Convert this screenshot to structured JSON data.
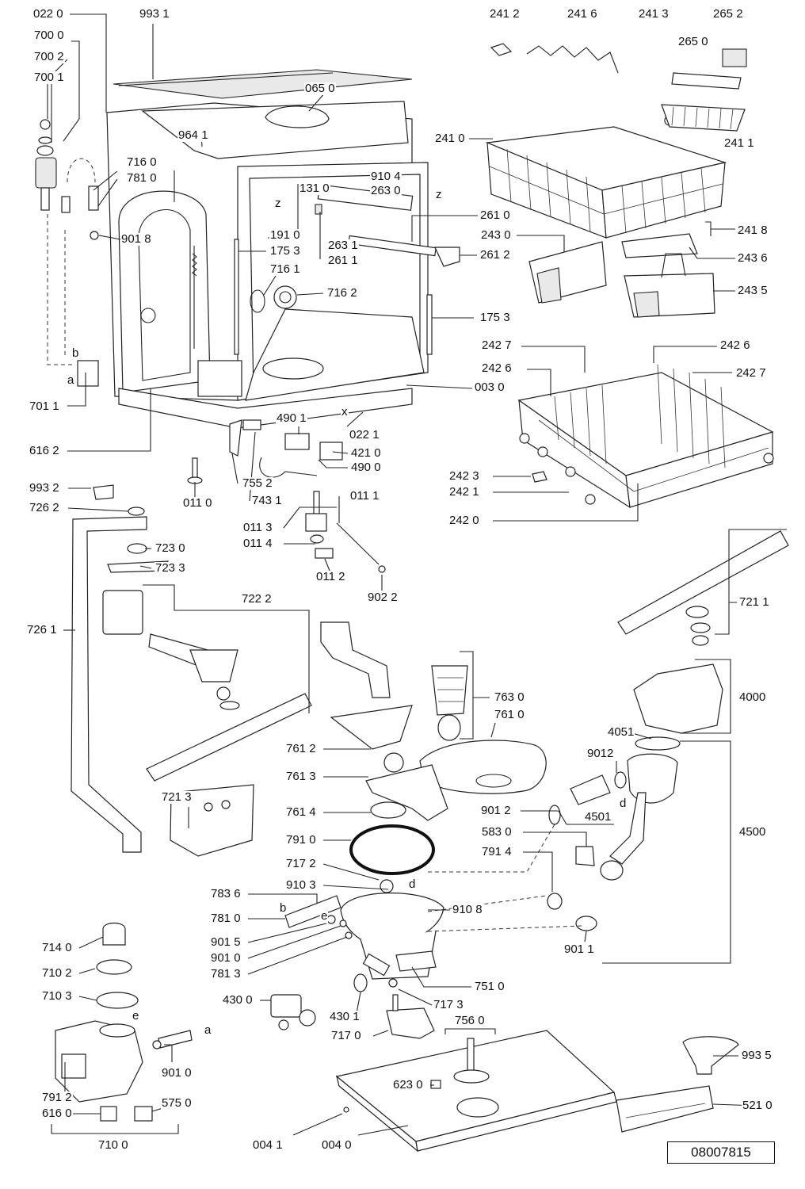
{
  "drawing_number": "08007815",
  "part_labels": [
    {
      "id": "l0220",
      "text": "022 0"
    },
    {
      "id": "l9931",
      "text": "993 1"
    },
    {
      "id": "l7000",
      "text": "700 0"
    },
    {
      "id": "l7002",
      "text": "700 2"
    },
    {
      "id": "l7001",
      "text": "700 1"
    },
    {
      "id": "l0650",
      "text": "065 0"
    },
    {
      "id": "l9641",
      "text": "964 1"
    },
    {
      "id": "l7160",
      "text": "716 0"
    },
    {
      "id": "l7810a",
      "text": "781 0"
    },
    {
      "id": "l9018",
      "text": "901 8"
    },
    {
      "id": "l1310",
      "text": "131 0"
    },
    {
      "id": "l9104",
      "text": "910 4"
    },
    {
      "id": "l2630",
      "text": "263 0"
    },
    {
      "id": "l1910",
      "text": "191 0"
    },
    {
      "id": "l1753a",
      "text": "175 3"
    },
    {
      "id": "l2631",
      "text": "263 1"
    },
    {
      "id": "l2611",
      "text": "261 1"
    },
    {
      "id": "l7161",
      "text": "716 1"
    },
    {
      "id": "l7162",
      "text": "716 2"
    },
    {
      "id": "l1753b",
      "text": "175 3"
    },
    {
      "id": "l0030",
      "text": "003 0"
    },
    {
      "id": "l7011",
      "text": "701 1"
    },
    {
      "id": "l6162",
      "text": "616 2"
    },
    {
      "id": "l0221",
      "text": "022 1"
    },
    {
      "id": "l4901",
      "text": "490 1"
    },
    {
      "id": "l4210",
      "text": "421 0"
    },
    {
      "id": "l4900",
      "text": "490 0"
    },
    {
      "id": "l7552",
      "text": "755 2"
    },
    {
      "id": "l7431",
      "text": "743 1"
    },
    {
      "id": "l0110",
      "text": "011 0"
    },
    {
      "id": "l0111",
      "text": "011 1"
    },
    {
      "id": "l0113",
      "text": "011 3"
    },
    {
      "id": "l0114",
      "text": "011 4"
    },
    {
      "id": "l0112",
      "text": "011 2"
    },
    {
      "id": "l9022",
      "text": "902 2"
    },
    {
      "id": "l2412",
      "text": "241 2"
    },
    {
      "id": "l2416",
      "text": "241 6"
    },
    {
      "id": "l2413",
      "text": "241 3"
    },
    {
      "id": "l2652",
      "text": "265 2"
    },
    {
      "id": "l2650",
      "text": "265 0"
    },
    {
      "id": "l2410",
      "text": "241 0"
    },
    {
      "id": "l2411",
      "text": "241 1"
    },
    {
      "id": "l2610",
      "text": "261 0"
    },
    {
      "id": "l2418",
      "text": "241 8"
    },
    {
      "id": "l2430",
      "text": "243 0"
    },
    {
      "id": "l2612",
      "text": "261 2"
    },
    {
      "id": "l2436",
      "text": "243 6"
    },
    {
      "id": "l2435",
      "text": "243 5"
    },
    {
      "id": "l2427a",
      "text": "242 7"
    },
    {
      "id": "l2426a",
      "text": "242 6"
    },
    {
      "id": "l2426b",
      "text": "242 6"
    },
    {
      "id": "l2427b",
      "text": "242 7"
    },
    {
      "id": "l2423",
      "text": "242 3"
    },
    {
      "id": "l2421",
      "text": "242 1"
    },
    {
      "id": "l2420",
      "text": "242 0"
    },
    {
      "id": "l9932",
      "text": "993 2"
    },
    {
      "id": "l7262",
      "text": "726 2"
    },
    {
      "id": "l7230",
      "text": "723 0"
    },
    {
      "id": "l7233",
      "text": "723 3"
    },
    {
      "id": "l7222",
      "text": "722 2"
    },
    {
      "id": "l7261",
      "text": "726 1"
    },
    {
      "id": "l7211",
      "text": "721 1"
    },
    {
      "id": "l4000",
      "text": "4000"
    },
    {
      "id": "l7630",
      "text": "763 0"
    },
    {
      "id": "l7610",
      "text": "761 0"
    },
    {
      "id": "l4051",
      "text": "4051"
    },
    {
      "id": "l9012a",
      "text": "9012"
    },
    {
      "id": "l7612",
      "text": "761 2"
    },
    {
      "id": "l7613",
      "text": "761 3"
    },
    {
      "id": "l7213",
      "text": "721 3"
    },
    {
      "id": "l7614",
      "text": "761 4"
    },
    {
      "id": "l9012b",
      "text": "901 2"
    },
    {
      "id": "l4501",
      "text": "4501"
    },
    {
      "id": "l4500",
      "text": "4500"
    },
    {
      "id": "l7910",
      "text": "791 0"
    },
    {
      "id": "l5830",
      "text": "583 0"
    },
    {
      "id": "l7914",
      "text": "791 4"
    },
    {
      "id": "l7172",
      "text": "717 2"
    },
    {
      "id": "l9103",
      "text": "910 3"
    },
    {
      "id": "l7836",
      "text": "783 6"
    },
    {
      "id": "l9108",
      "text": "910 8"
    },
    {
      "id": "l7810b",
      "text": "781 0"
    },
    {
      "id": "l9015",
      "text": "901 5"
    },
    {
      "id": "l9010a",
      "text": "901 0"
    },
    {
      "id": "l7813",
      "text": "781 3"
    },
    {
      "id": "l9011",
      "text": "901 1"
    },
    {
      "id": "l7140",
      "text": "714 0"
    },
    {
      "id": "l7102",
      "text": "710 2"
    },
    {
      "id": "l7103",
      "text": "710 3"
    },
    {
      "id": "l7510",
      "text": "751 0"
    },
    {
      "id": "l4300",
      "text": "430 0"
    },
    {
      "id": "l7173",
      "text": "717 3"
    },
    {
      "id": "l4301",
      "text": "430 1"
    },
    {
      "id": "l7560",
      "text": "756 0"
    },
    {
      "id": "l7170",
      "text": "717 0"
    },
    {
      "id": "l9010b",
      "text": "901 0"
    },
    {
      "id": "l9935",
      "text": "993 5"
    },
    {
      "id": "l7912",
      "text": "791 2"
    },
    {
      "id": "l5750",
      "text": "575 0"
    },
    {
      "id": "l6230",
      "text": "623 0"
    },
    {
      "id": "l6160",
      "text": "616 0"
    },
    {
      "id": "l5210",
      "text": "521 0"
    },
    {
      "id": "l7100",
      "text": "710 0"
    },
    {
      "id": "l0041",
      "text": "004 1"
    },
    {
      "id": "l0040",
      "text": "004 0"
    }
  ],
  "axis_letters": [
    {
      "id": "la1",
      "text": "a"
    },
    {
      "id": "lb1",
      "text": "b"
    },
    {
      "id": "lz1",
      "text": "z"
    },
    {
      "id": "lz2",
      "text": "z"
    },
    {
      "id": "lx1",
      "text": "x"
    },
    {
      "id": "ld1",
      "text": "d"
    },
    {
      "id": "ld2",
      "text": "d"
    },
    {
      "id": "lb2",
      "text": "b"
    },
    {
      "id": "le1",
      "text": "e"
    },
    {
      "id": "le2",
      "text": "e"
    },
    {
      "id": "la2",
      "text": "a"
    }
  ]
}
